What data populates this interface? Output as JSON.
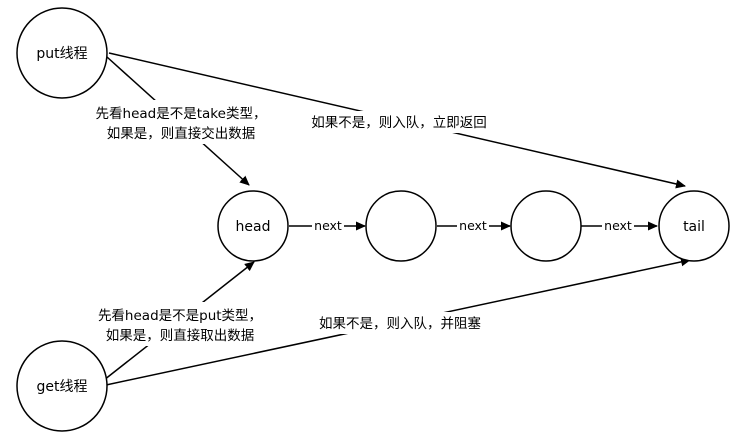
{
  "nodes": {
    "put": "put线程",
    "get": "get线程",
    "head": "head",
    "n1": "",
    "n2": "",
    "tail": "tail"
  },
  "edge_labels": {
    "next_1": "next",
    "next_2": "next",
    "next_3": "next",
    "put_to_head_line1": "先看head是不是take类型，",
    "put_to_head_line2": "如果是，则直接交出数据",
    "put_to_tail": "如果不是，则入队，立即返回",
    "get_to_head_line1": "先看head是不是put类型，",
    "get_to_head_line2": "如果是，则直接取出数据",
    "get_to_tail": "如果不是，则入队，并阻塞"
  },
  "colors": {
    "stroke": "#000000",
    "background": "#ffffff"
  }
}
